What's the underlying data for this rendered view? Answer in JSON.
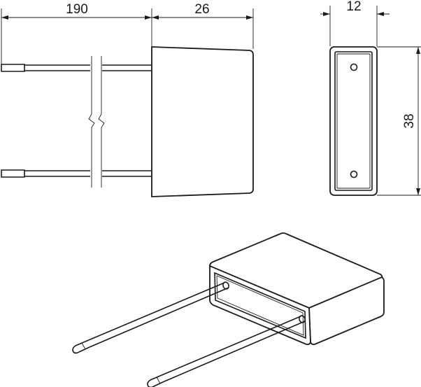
{
  "dimensions": {
    "lead_length": "190",
    "body_width": "26",
    "body_thickness": "12",
    "body_height": "38"
  }
}
